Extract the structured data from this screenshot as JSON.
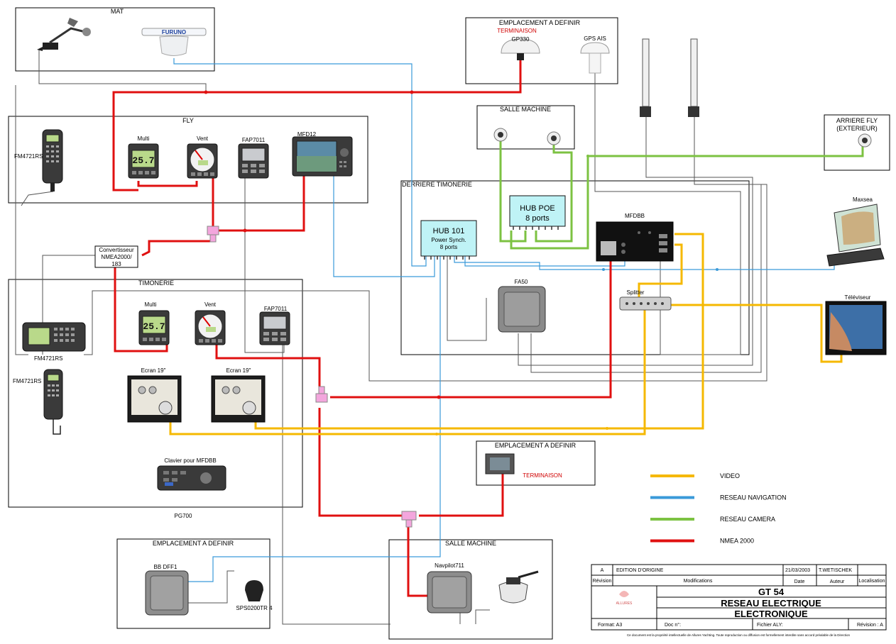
{
  "zones": {
    "mat": "MAT",
    "fly": "FLY",
    "timonerie": "TIMONERIE",
    "derriere_timonerie": "DERRIERE TIMONERIE",
    "salle_machine_top": "SALLE MACHINE",
    "salle_machine_bottom": "SALLE MACHINE",
    "emplacement_top": "EMPLACEMENT A DEFINIR",
    "emplacement_mid": "EMPLACEMENT A DEFINIR",
    "emplacement_bottom": "EMPLACEMENT A DEFINIR",
    "arriere_fly_1": "ARRIERE FLY",
    "arriere_fly_2": "(EXTERIEUR)"
  },
  "labels": {
    "terminaison_top": "TERMINAISON",
    "terminaison_mid": "TERMINAISON",
    "gp330": "GP330",
    "gps_ais": "GPS AIS",
    "fm4721rs_fly": "FM4721RS",
    "multi_fly": "Multi",
    "vent_fly": "Vent",
    "fap7011_fly": "FAP7011",
    "mfd12": "MFD12",
    "convertisseur_1": "Convertisseur",
    "convertisseur_2": "NMEA2000/",
    "convertisseur_3": "183",
    "multi_tim": "Multi",
    "vent_tim": "Vent",
    "fap7011_tim": "FAP7011",
    "fm4721rs_tim1": "FM4721RS",
    "fm4721rs_tim2": "FM4721RS",
    "ecran1": "Ecran 19\"",
    "ecran2": "Ecran 19\"",
    "clavier": "Clavier pour MFDBB",
    "pg700": "PG700",
    "hub101_1": "HUB 101",
    "hub101_2": "Power Synch.",
    "hub101_3": "8 ports",
    "hubpoe_1": "HUB POE",
    "hubpoe_2": "8 ports",
    "mfdbb": "MFDBB",
    "fa50": "FA50",
    "splitter": "Splitter",
    "maxsea": "Maxsea",
    "televiseur": "Téléviseur",
    "bb_dff1": "BB DFF1",
    "sps": "SPS0200TR 4",
    "navpilot": "Navpilot711",
    "display_value": "25.7"
  },
  "legend": [
    {
      "label": "VIDEO",
      "color": "#f5b800"
    },
    {
      "label": "RESEAU NAVIGATION",
      "color": "#3a9ad9"
    },
    {
      "label": "RESEAU CAMERA",
      "color": "#7cc242"
    },
    {
      "label": "NMEA 2000",
      "color": "#e01010"
    }
  ],
  "title_block": {
    "rev_letter": "A",
    "rev_desc": "EDITION D'ORIGINE",
    "rev_date": "21/03/2003",
    "rev_author": "T.WETISCHEK",
    "h_revision": "Révision",
    "h_modifications": "Modifications",
    "h_date": "Date",
    "h_auteur": "Auteur",
    "h_localisation": "Localisation",
    "logo_text": "ALLURES",
    "title_1": "GT 54",
    "title_2": "RESEAU ELECTRIQUE",
    "title_3": "ELECTRONIQUE",
    "format": "Format: A3",
    "doc": "Doc n°:",
    "fichier": "Fichier ALY:",
    "revision": "Révision : A",
    "disclaimer": "Ce document est la propriété intellectuelle de Allures Yachting. Toute reproduction ou diffusion est formellement interdite sans accord préalable de la Direction"
  }
}
